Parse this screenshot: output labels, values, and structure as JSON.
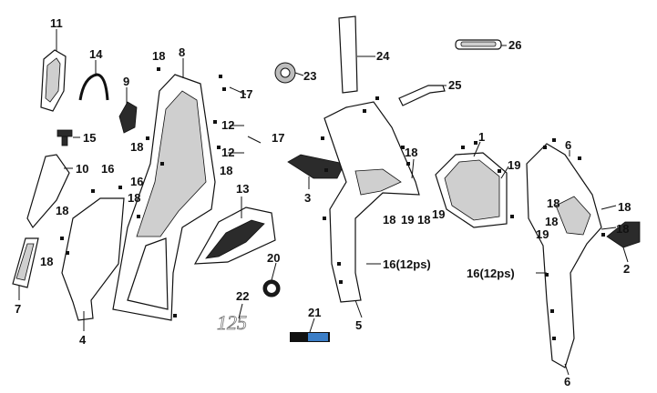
{
  "labels": {
    "p1": "1",
    "p2": "2",
    "p3": "3",
    "p4": "4",
    "p5": "5",
    "p6": "6",
    "p7": "7",
    "p8": "8",
    "p9": "9",
    "p10": "10",
    "p11": "11",
    "p12a": "12",
    "p12b": "12",
    "p13": "13",
    "p14": "14",
    "p15": "15",
    "p16a": "16",
    "p16b": "16",
    "p16c": "16(12ps)",
    "p16d": "16(12ps)",
    "p17a": "17",
    "p17b": "17",
    "p18a": "18",
    "p18b": "18",
    "p18c": "18",
    "p18d": "18",
    "p18e": "18",
    "p18f": "18",
    "p18g": "18",
    "p18h": "18",
    "p18i": "18",
    "p18j": "18",
    "p18k": "18",
    "p18l": "18",
    "p18m": "18",
    "p19a": "19",
    "p19b": "19",
    "p19c": "19",
    "p19d": "19",
    "p20": "20",
    "p21": "21",
    "p22": "22",
    "p23": "23",
    "p24": "24",
    "p25": "25",
    "p26": "26"
  },
  "decal_text": "125"
}
